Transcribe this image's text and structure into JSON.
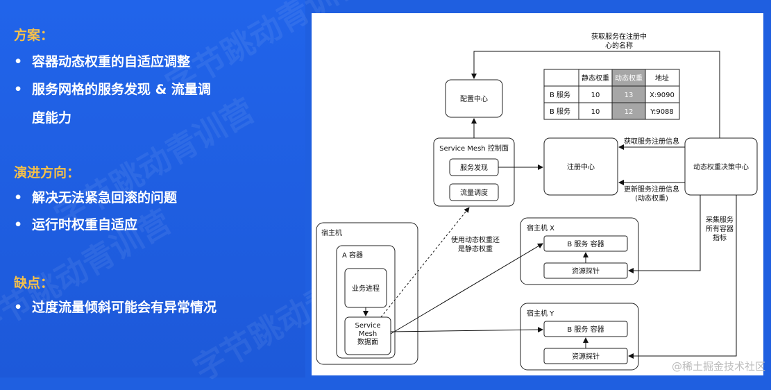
{
  "left": {
    "plan_title": "方案：",
    "plan_items": [
      "容器动态权重的自适应调整",
      "服务网格的服务发现 & 流量调",
      "度能力"
    ],
    "evolution_title": "演进方向：",
    "evolution_items": [
      "解决无法紧急回滚的问题",
      "运行时权重自适应"
    ],
    "cons_title": "缺点：",
    "cons_items": [
      "过度流量倾斜可能会有异常情况"
    ],
    "bullet": "•"
  },
  "watermark": "字节跳动青训营",
  "diagram": {
    "config_center": "配置中心",
    "top_label_1": "获取服务在注册中",
    "top_label_2": "心的名称",
    "table": {
      "headers": [
        "",
        "静态权重",
        "动态权重",
        "地址"
      ],
      "rows": [
        [
          "B 服务",
          "10",
          "13",
          "X:9090"
        ],
        [
          "B 服务",
          "10",
          "12",
          "Y:9088"
        ]
      ],
      "highlight_color": "#a6a6a6"
    },
    "control_plane": "Service Mesh 控制面",
    "service_discovery": "服务发现",
    "traffic_dispatch": "流量调度",
    "registry": "注册中心",
    "get_reg_info": "获取服务注册信息",
    "update_reg_info_1": "更新服务注册信息",
    "update_reg_info_2": "(动态权重)",
    "decision_center": "动态权重决策中心",
    "collect_1": "采集服务",
    "collect_2": "所有容器",
    "collect_3": "指标",
    "host": "宿主机",
    "container_a": "A 容器",
    "business_process": "业务进程",
    "mesh_1": "Service",
    "mesh_2": "Mesh",
    "mesh_3": "数据面",
    "dashed_label_1": "使用动态权重还",
    "dashed_label_2": "是静态权重",
    "host_x": "宿主机 X",
    "host_y": "宿主机 Y",
    "b_container": "B 服务 容器",
    "probe": "资源探针"
  },
  "credit": "@稀土掘金技术社区"
}
